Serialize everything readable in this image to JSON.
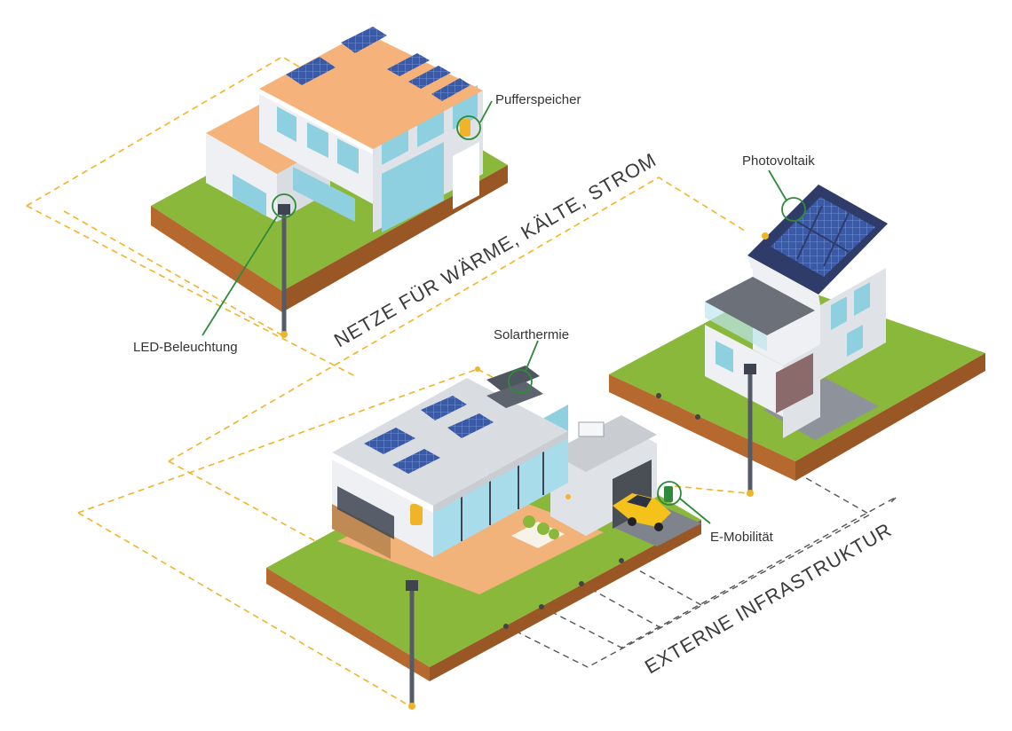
{
  "labels": {
    "pufferspeicher": "Pufferspeicher",
    "photovoltaik": "Photovoltaik",
    "led": "LED-Beleuchtung",
    "solarthermie": "Solarthermie",
    "emobilitaet": "E-Mobilität",
    "netze": "NETZE FÜR WÄRME, KÄLTE, STROM",
    "externe": "EXTERNE INFRASTRUKTUR"
  },
  "colors": {
    "grass": "#8ab83a",
    "soil": "#b5692f",
    "wall": "#eef0f3",
    "glass": "#8fd0e0",
    "roof_terrace": "#f5b27a",
    "solar_panel": "#3a5aa8",
    "callout": "#2e8b3a",
    "heat_net": "#f0b428",
    "ext_net": "#555555"
  }
}
